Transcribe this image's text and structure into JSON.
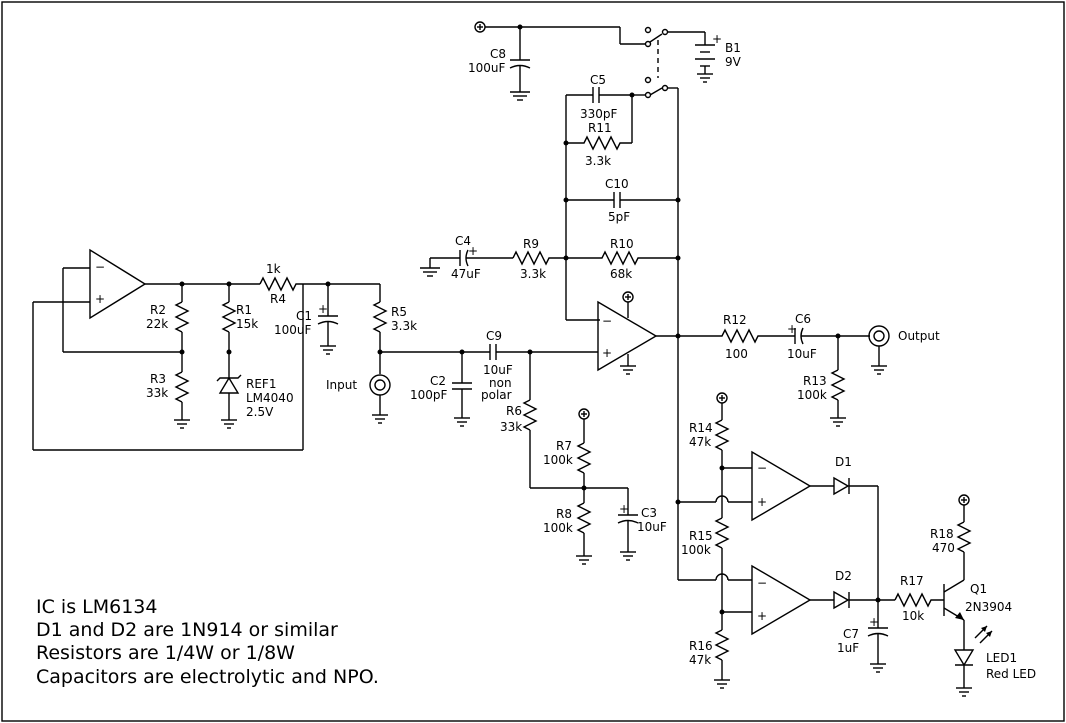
{
  "components": {
    "c8": {
      "ref": "C8",
      "value": "100uF"
    },
    "b1": {
      "ref": "B1",
      "value": "9V"
    },
    "c5": {
      "ref": "C5",
      "value": "330pF"
    },
    "r11": {
      "ref": "R11",
      "value": "3.3k"
    },
    "c10": {
      "ref": "C10",
      "value": "5pF"
    },
    "c4": {
      "ref": "C4",
      "value": "47uF"
    },
    "r9": {
      "ref": "R9",
      "value": "3.3k"
    },
    "r10": {
      "ref": "R10",
      "value": "68k"
    },
    "r4": {
      "ref": "R4",
      "value": "1k"
    },
    "r2": {
      "ref": "R2",
      "value": "22k"
    },
    "r1": {
      "ref": "R1",
      "value": "15k"
    },
    "c1": {
      "ref": "C1",
      "value": "100uF"
    },
    "r5": {
      "ref": "R5",
      "value": "3.3k"
    },
    "r3": {
      "ref": "R3",
      "value": "33k"
    },
    "ref1": {
      "ref": "REF1",
      "part": "LM4040",
      "value": "2.5V"
    },
    "c2": {
      "ref": "C2",
      "value": "100pF"
    },
    "c9": {
      "ref": "C9",
      "value": "10uF",
      "note1": "non",
      "note2": "polar"
    },
    "r6": {
      "ref": "R6",
      "value": "33k"
    },
    "r7": {
      "ref": "R7",
      "value": "100k"
    },
    "r8": {
      "ref": "R8",
      "value": "100k"
    },
    "c3": {
      "ref": "C3",
      "value": "10uF"
    },
    "r12": {
      "ref": "R12",
      "value": "100"
    },
    "c6": {
      "ref": "C6",
      "value": "10uF"
    },
    "r13": {
      "ref": "R13",
      "value": "100k"
    },
    "r14": {
      "ref": "R14",
      "value": "47k"
    },
    "r15": {
      "ref": "R15",
      "value": "100k"
    },
    "r16": {
      "ref": "R16",
      "value": "47k"
    },
    "d1": {
      "ref": "D1"
    },
    "d2": {
      "ref": "D2"
    },
    "c7": {
      "ref": "C7",
      "value": "1uF"
    },
    "r17": {
      "ref": "R17",
      "value": "10k"
    },
    "r18": {
      "ref": "R18",
      "value": "470"
    },
    "q1": {
      "ref": "Q1",
      "value": "2N3904"
    },
    "led1": {
      "ref": "LED1",
      "value": "Red LED"
    }
  },
  "ports": {
    "input": "Input",
    "output": "Output"
  },
  "notes": [
    "IC is LM6134",
    "D1 and D2 are 1N914 or similar",
    "Resistors are 1/4W or 1/8W",
    "Capacitors are electrolytic and NPO."
  ]
}
